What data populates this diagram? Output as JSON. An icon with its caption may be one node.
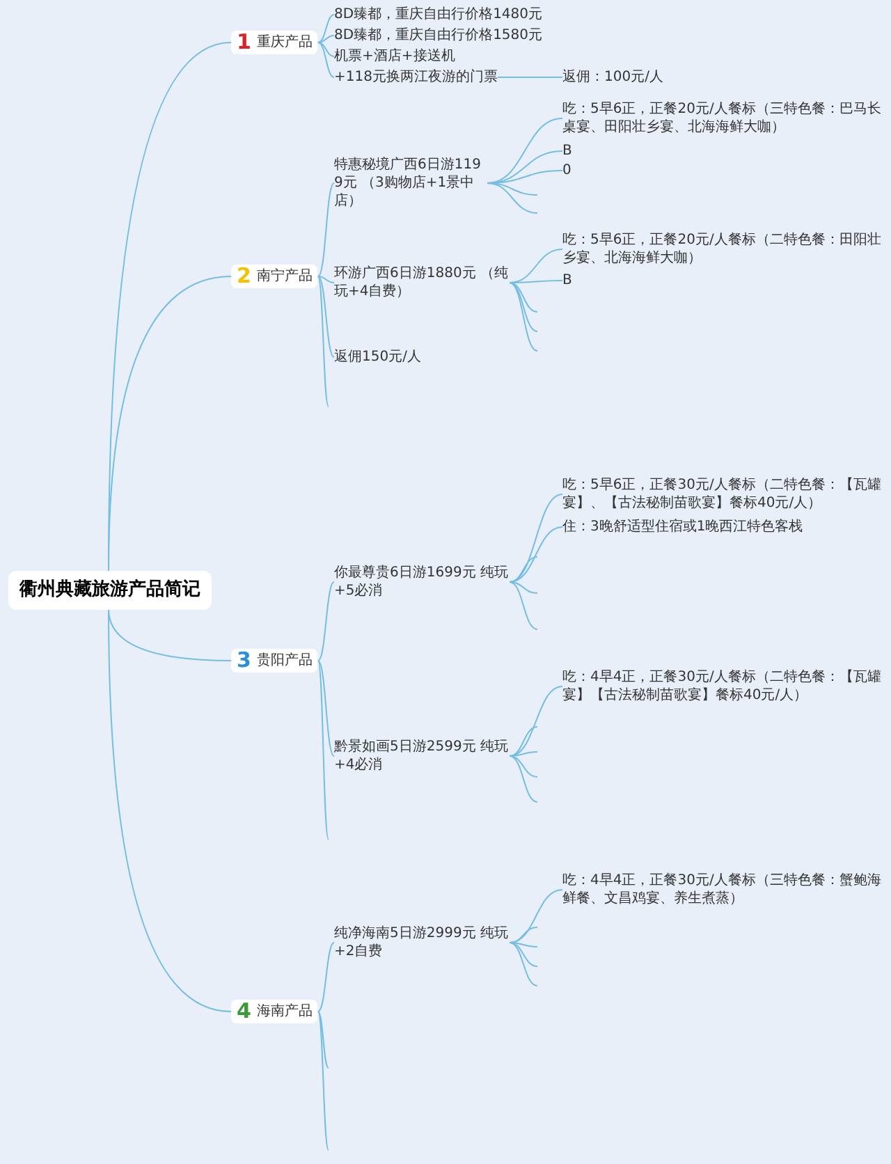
{
  "diagram": {
    "nodes": [
      {
        "text": [
          "衢州典藏旅游产品简记"
        ]
      },
      {
        "text": [
          "1",
          "重庆产品"
        ]
      },
      {
        "text": [
          "8D臻都，重庆自由行价格1480元"
        ]
      },
      {
        "text": [
          "8D臻都，重庆自由行价格1580元"
        ]
      },
      {
        "text": [
          "机票+酒店+接送机"
        ]
      },
      {
        "text": [
          "+118元换两江夜游的门票"
        ]
      },
      {
        "text": [
          "返佣：100元/人"
        ]
      },
      {
        "text": [
          "2",
          "南宁产品"
        ]
      },
      {
        "text": [
          "特惠秘境广西6日游1199元 （3购物店+1景中店）"
        ]
      },
      {
        "text": [
          "吃：5早6正，正餐20元/人餐标（三特色餐：巴马长桌宴、田阳壮乡宴、北海海鲜大咖）"
        ]
      },
      {
        "text": [
          "B"
        ]
      },
      {
        "text": [
          "0"
        ]
      },
      {
        "text": [
          "环游广西6日游1880元 （纯玩+4自费）"
        ]
      },
      {
        "text": [
          "吃：5早6正，正餐20元/人餐标（二特色餐：田阳壮乡宴、北海海鲜大咖）"
        ]
      },
      {
        "text": [
          "B"
        ]
      },
      {
        "text": [
          "返佣150元/人"
        ]
      },
      {
        "text": [
          "3",
          "贵阳产品"
        ]
      },
      {
        "text": [
          "你最尊贵6日游1699元 纯玩+5必消"
        ]
      },
      {
        "text": [
          "吃：5早6正，正餐30元/人餐标（二特色餐：【瓦罐宴】、【古法秘制苗歌宴】餐标40元/人）"
        ]
      },
      {
        "text": [
          "住：3晚舒适型住宿或1晚西江特色客栈"
        ]
      },
      {
        "text": [
          "黔景如画5日游2599元 纯玩+4必消"
        ]
      },
      {
        "text": [
          "吃：4早4正，正餐30元/人餐标（二特色餐：【瓦罐宴】【古法秘制苗歌宴】餐标40元/人）"
        ]
      },
      {
        "text": [
          "4",
          "海南产品"
        ]
      },
      {
        "text": [
          "纯净海南5日游2999元 纯玩+2自费"
        ]
      },
      {
        "text": [
          "吃：4早4正，正餐30元/人餐标（三特色餐：蟹鲍海鲜餐、文昌鸡宴、养生煮蒸）"
        ]
      }
    ],
    "edges": [
      {
        "from": 0,
        "to": 1,
        "arrow": "none"
      },
      {
        "from": 0,
        "to": 7,
        "arrow": "none"
      },
      {
        "from": 0,
        "to": 16,
        "arrow": "none"
      },
      {
        "from": 0,
        "to": 22,
        "arrow": "none"
      },
      {
        "from": 1,
        "to": 2,
        "arrow": "none"
      },
      {
        "from": 1,
        "to": 3,
        "arrow": "none"
      },
      {
        "from": 1,
        "to": 4,
        "arrow": "none"
      },
      {
        "from": 1,
        "to": 5,
        "arrow": "none"
      },
      {
        "from": 5,
        "to": 6,
        "arrow": "none"
      },
      {
        "from": 7,
        "to": 8,
        "arrow": "none"
      },
      {
        "from": 8,
        "to": 9,
        "arrow": "none"
      },
      {
        "from": 8,
        "to": 10,
        "arrow": "none"
      },
      {
        "from": 8,
        "to": 11,
        "arrow": "none"
      },
      {
        "from": 8,
        "to": null,
        "arrow": "none"
      },
      {
        "from": 8,
        "to": null,
        "arrow": "none"
      },
      {
        "from": 7,
        "to": 12,
        "arrow": "none"
      },
      {
        "from": 12,
        "to": 13,
        "arrow": "none"
      },
      {
        "from": 12,
        "to": 14,
        "arrow": "none"
      },
      {
        "from": 12,
        "to": null,
        "arrow": "none"
      },
      {
        "from": 12,
        "to": null,
        "arrow": "none"
      },
      {
        "from": 12,
        "to": null,
        "arrow": "none"
      },
      {
        "from": 7,
        "to": 15,
        "arrow": "none"
      },
      {
        "from": 7,
        "to": null,
        "arrow": "none"
      },
      {
        "from": 16,
        "to": 17,
        "arrow": "none"
      },
      {
        "from": 17,
        "to": 18,
        "arrow": "none"
      },
      {
        "from": 17,
        "to": 19,
        "arrow": "none"
      },
      {
        "from": 17,
        "to": null,
        "arrow": "none"
      },
      {
        "from": 17,
        "to": null,
        "arrow": "none"
      },
      {
        "from": 17,
        "to": null,
        "arrow": "none"
      },
      {
        "from": 16,
        "to": 20,
        "arrow": "none"
      },
      {
        "from": 20,
        "to": 21,
        "arrow": "none"
      },
      {
        "from": 20,
        "to": null,
        "arrow": "none"
      },
      {
        "from": 20,
        "to": null,
        "arrow": "none"
      },
      {
        "from": 20,
        "to": null,
        "arrow": "none"
      },
      {
        "from": 20,
        "to": null,
        "arrow": "none"
      },
      {
        "from": 16,
        "to": null,
        "arrow": "none"
      },
      {
        "from": 22,
        "to": 23,
        "arrow": "none"
      },
      {
        "from": 23,
        "to": 24,
        "arrow": "none"
      },
      {
        "from": 23,
        "to": null,
        "arrow": "none"
      },
      {
        "from": 23,
        "to": null,
        "arrow": "none"
      },
      {
        "from": 23,
        "to": null,
        "arrow": "none"
      },
      {
        "from": 23,
        "to": null,
        "arrow": "none"
      },
      {
        "from": 22,
        "to": null,
        "arrow": "none"
      },
      {
        "from": 22,
        "to": null,
        "arrow": "none"
      }
    ]
  }
}
